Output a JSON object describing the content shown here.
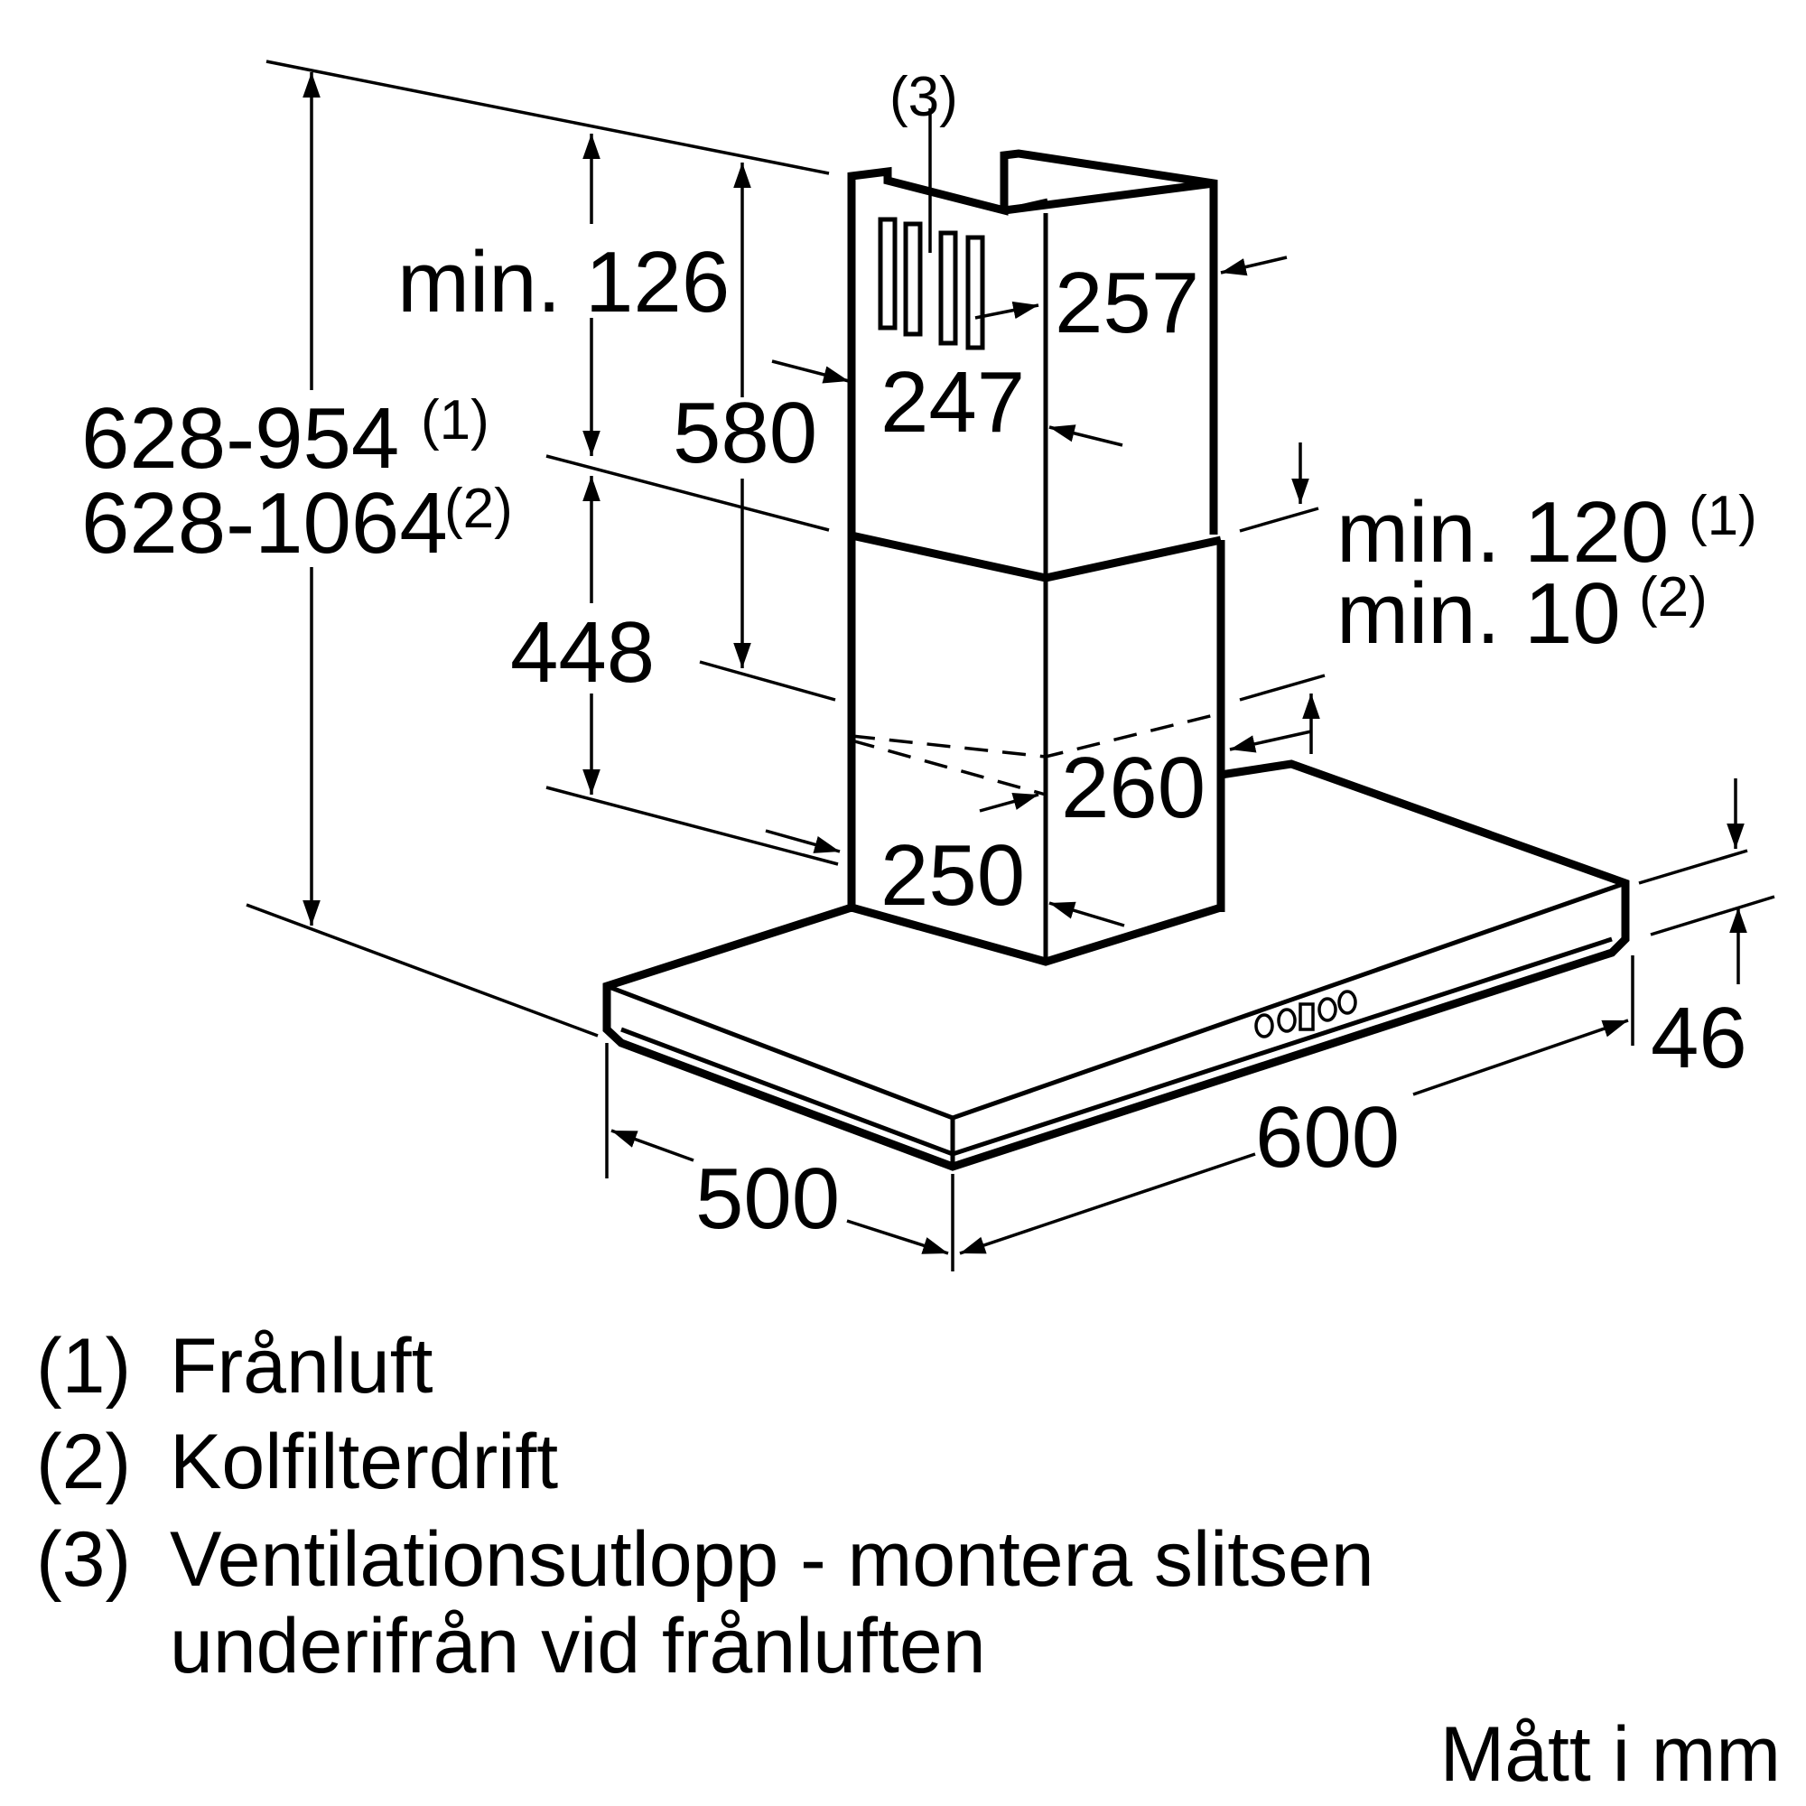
{
  "dimensions": {
    "total_height_exhaust": "628-954",
    "total_height_exhaust_note": "(1)",
    "total_height_recirc": "628-1064",
    "total_height_recirc_note": "(2)",
    "upper_chimney_min": "min. 126",
    "upper_chimney_height": "580",
    "lower_chimney_height": "448",
    "upper_depth": "247",
    "upper_width": "257",
    "lower_depth": "250",
    "lower_width": "260",
    "gap_exhaust": "min. 120",
    "gap_exhaust_note": "(1)",
    "gap_recirc": "min. 10",
    "gap_recirc_note": "(2)",
    "hood_depth": "500",
    "hood_width": "600",
    "hood_thickness": "46",
    "vent_marker": "(3)"
  },
  "legend": {
    "item1_num": "(1)",
    "item1_text": "Frånluft",
    "item2_num": "(2)",
    "item2_text": "Kolfilterdrift",
    "item3_num": "(3)",
    "item3_text_line1": "Ventilationsutlopp - montera slitsen",
    "item3_text_line2": "underifrån vid frånluften"
  },
  "units_note": "Mått i mm",
  "icons": {
    "control_panel": "control-buttons-icon",
    "vent_slots": "vent-slots-icon"
  },
  "colors": {
    "line": "#000000",
    "background": "#ffffff"
  }
}
